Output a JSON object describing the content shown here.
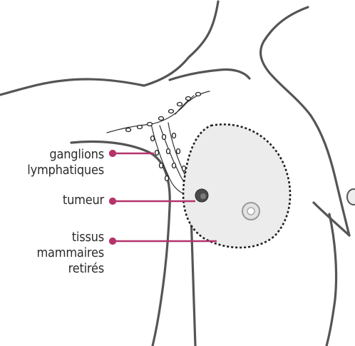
{
  "labels": {
    "ganglions": [
      "ganglions",
      "lymphatiques"
    ],
    "tumeur": [
      "tumeur"
    ],
    "tissus": [
      "tissus",
      "mammaires",
      "retirés"
    ]
  },
  "colors": {
    "leader": "#b5336b",
    "outline": "#555555",
    "tissue_fill": "#ececec",
    "removed_outline": "#1e1e1e",
    "tumor": "#4a4a4a"
  }
}
